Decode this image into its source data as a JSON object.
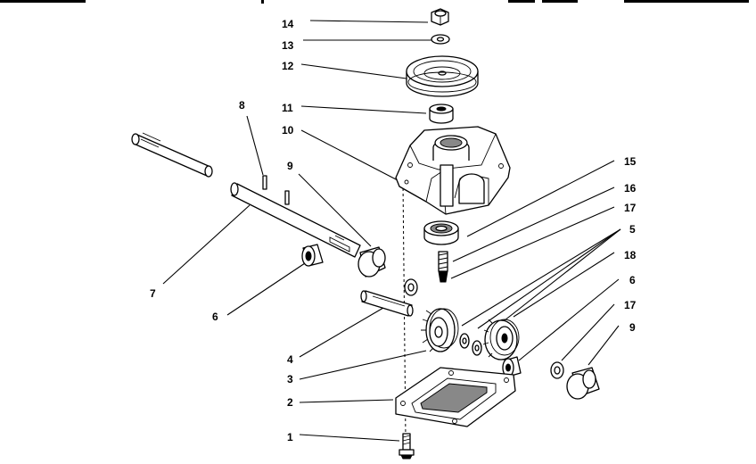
{
  "callouts": [
    {
      "id": "c14",
      "text": "14"
    },
    {
      "id": "c13",
      "text": "13"
    },
    {
      "id": "c12",
      "text": "12"
    },
    {
      "id": "c11",
      "text": "11"
    },
    {
      "id": "c10",
      "text": "10"
    },
    {
      "id": "c8",
      "text": "8"
    },
    {
      "id": "c9a",
      "text": "9"
    },
    {
      "id": "c15",
      "text": "15"
    },
    {
      "id": "c16",
      "text": "16"
    },
    {
      "id": "c17a",
      "text": "17"
    },
    {
      "id": "c5",
      "text": "5"
    },
    {
      "id": "c18",
      "text": "18"
    },
    {
      "id": "c6b",
      "text": "6"
    },
    {
      "id": "c17b",
      "text": "17"
    },
    {
      "id": "c9b",
      "text": "9"
    },
    {
      "id": "c7",
      "text": "7"
    },
    {
      "id": "c6a",
      "text": "6"
    },
    {
      "id": "c4",
      "text": "4"
    },
    {
      "id": "c3",
      "text": "3"
    },
    {
      "id": "c2",
      "text": "2"
    },
    {
      "id": "c1",
      "text": "1"
    }
  ]
}
